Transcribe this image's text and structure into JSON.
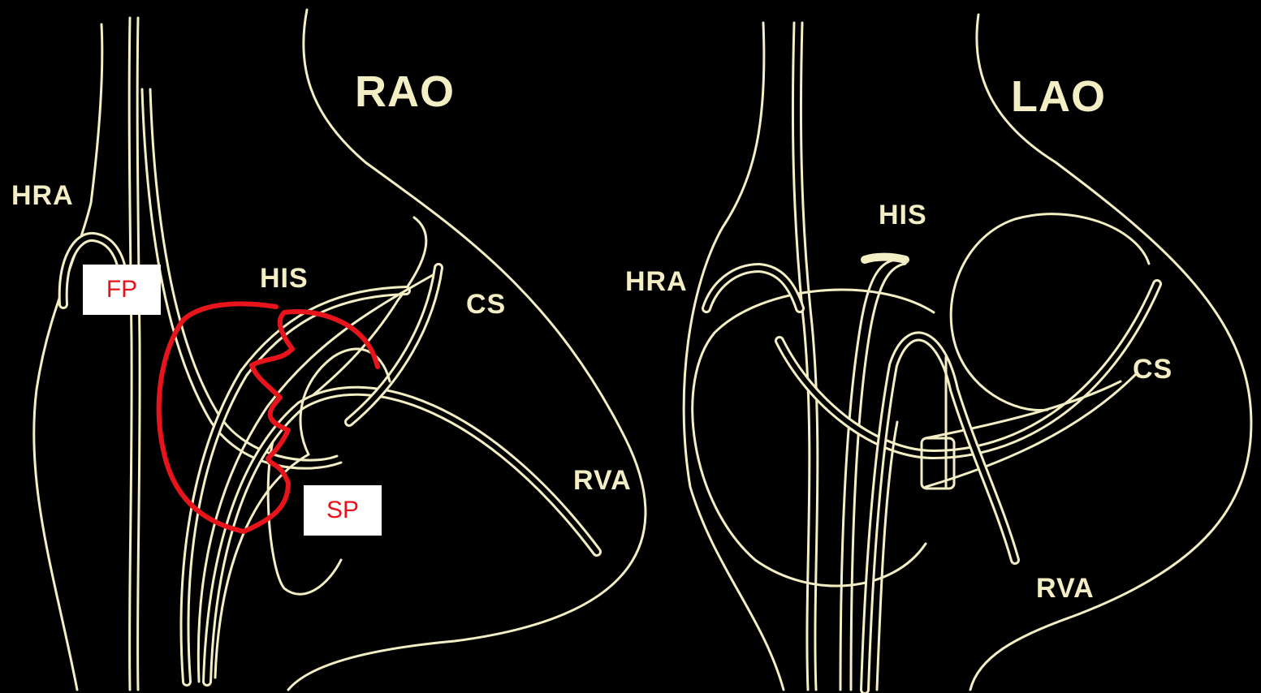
{
  "views": {
    "rao": {
      "title": "RAO",
      "labels": {
        "hra": "HRA",
        "his": "HIS",
        "cs": "CS",
        "rva": "RVA"
      }
    },
    "lao": {
      "title": "LAO",
      "labels": {
        "hra": "HRA",
        "his": "HIS",
        "cs": "CS",
        "rva": "RVA"
      }
    }
  },
  "annotations": {
    "fast_pathway": "FP",
    "slow_pathway": "SP"
  },
  "colors": {
    "background": "#000000",
    "line": "#f3eec4",
    "annotation": "#e8141c",
    "annotation_box": "#ffffff"
  }
}
